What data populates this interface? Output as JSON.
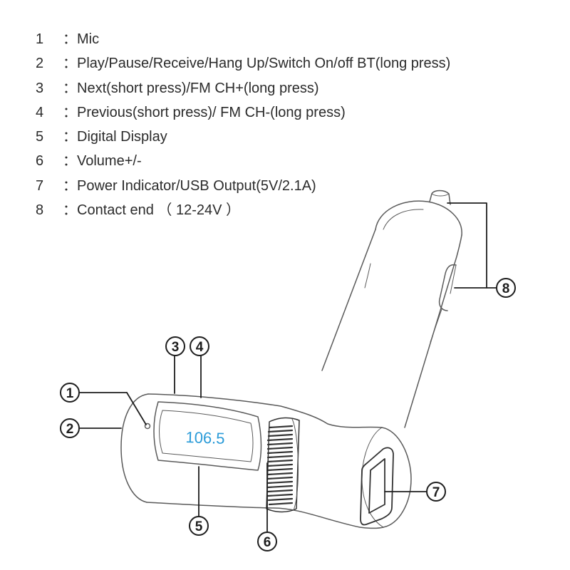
{
  "legend": [
    {
      "num": "1",
      "sep": "：",
      "text": "Mic"
    },
    {
      "num": "2",
      "sep": "：",
      "text": "Play/Pause/Receive/Hang Up/Switch On/off BT(long press)"
    },
    {
      "num": "3",
      "sep": "：",
      "text": "Next(short press)/FM CH+(long press)"
    },
    {
      "num": "4",
      "sep": "：",
      "text": "Previous(short press)/ FM CH-(long press)"
    },
    {
      "num": "5",
      "sep": "：",
      "text": "Digital Display"
    },
    {
      "num": "6",
      "sep": "：",
      "text": "Volume+/-"
    },
    {
      "num": "7",
      "sep": "：",
      "text": "Power Indicator/USB Output(5V/2.1A)"
    },
    {
      "num": "8",
      "sep": "：",
      "text": "Contact end （ 12-24V ）"
    }
  ],
  "callouts": {
    "c1": "1",
    "c2": "2",
    "c3": "3",
    "c4": "4",
    "c5": "5",
    "c6": "6",
    "c7": "7",
    "c8": "8"
  },
  "display": {
    "frequency": "106.5"
  },
  "colors": {
    "outline": "#5a5a5a",
    "display": "#2a9bd8",
    "text": "#2b2b2b"
  }
}
